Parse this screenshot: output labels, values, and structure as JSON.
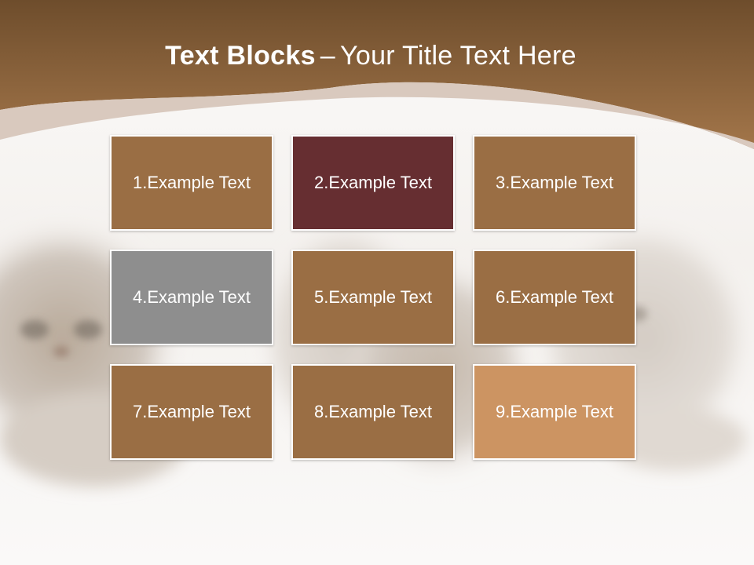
{
  "slide": {
    "title_bold": "Text Blocks",
    "title_sep": "–",
    "title_rest": "Your Title Text Here"
  },
  "colors": {
    "header_dark": "#6e4d2c",
    "header_light": "#a3764a",
    "block_brown": "#9a6e44",
    "block_maroon": "#662e31",
    "block_gray": "#8e8e8e",
    "block_tan": "#cc9462"
  },
  "blocks": [
    {
      "label": "1.Example Text",
      "color": "#9a6e44"
    },
    {
      "label": "2.Example Text",
      "color": "#662e31"
    },
    {
      "label": "3.Example Text",
      "color": "#9a6e44"
    },
    {
      "label": "4.Example Text",
      "color": "#8e8e8e"
    },
    {
      "label": "5.Example Text",
      "color": "#9a6e44"
    },
    {
      "label": "6.Example Text",
      "color": "#9a6e44"
    },
    {
      "label": "7.Example Text",
      "color": "#9a6e44"
    },
    {
      "label": "8.Example Text",
      "color": "#9a6e44"
    },
    {
      "label": "9.Example Text",
      "color": "#cc9462"
    }
  ]
}
